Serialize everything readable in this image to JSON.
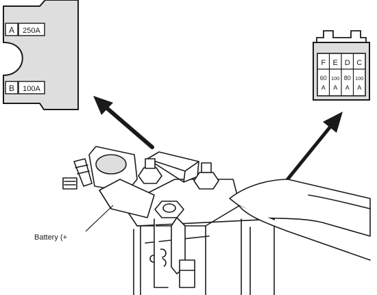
{
  "fuse_block_left": {
    "rows": [
      {
        "letter": "A",
        "rating": "250A"
      },
      {
        "letter": "B",
        "rating": "100A"
      }
    ]
  },
  "fuse_block_right": {
    "letters": [
      "F",
      "E",
      "D",
      "C"
    ],
    "ratings": [
      {
        "top": "60",
        "bottom": "A"
      },
      {
        "top": "100",
        "bottom": "A"
      },
      {
        "top": "80",
        "bottom": "A"
      },
      {
        "top": "100",
        "bottom": "A"
      }
    ]
  },
  "callout": {
    "label": "Battery (+"
  },
  "colors": {
    "ink": "#1a1a1a",
    "panel": "#dedede",
    "paper": "#ffffff"
  }
}
